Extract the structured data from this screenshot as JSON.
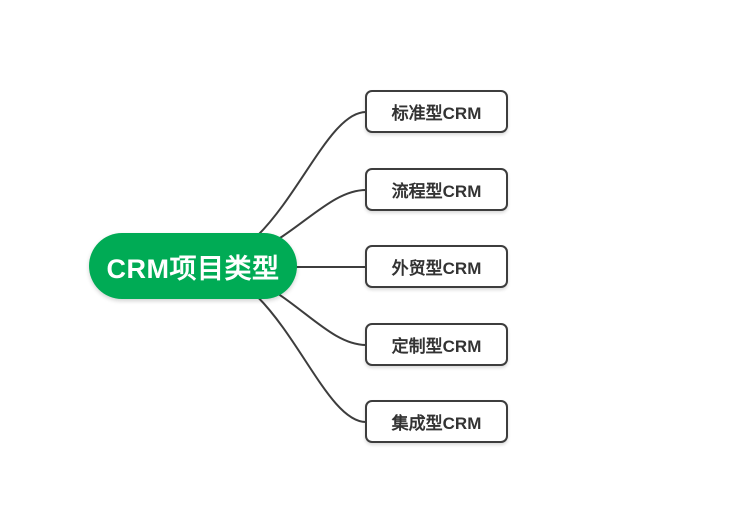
{
  "diagram": {
    "type": "mindmap",
    "root": {
      "label": "CRM项目类型"
    },
    "branches": [
      {
        "label": "标准型CRM"
      },
      {
        "label": "流程型CRM"
      },
      {
        "label": "外贸型CRM"
      },
      {
        "label": "定制型CRM"
      },
      {
        "label": "集成型CRM"
      }
    ]
  },
  "colors": {
    "background": "#ffffff",
    "root_node_bg": "#00ab55",
    "root_node_text": "#ffffff",
    "branch_bg": "#ffffff",
    "branch_border": "#3d3d3d",
    "branch_text": "#333333",
    "connector": "#3d3d3d"
  }
}
